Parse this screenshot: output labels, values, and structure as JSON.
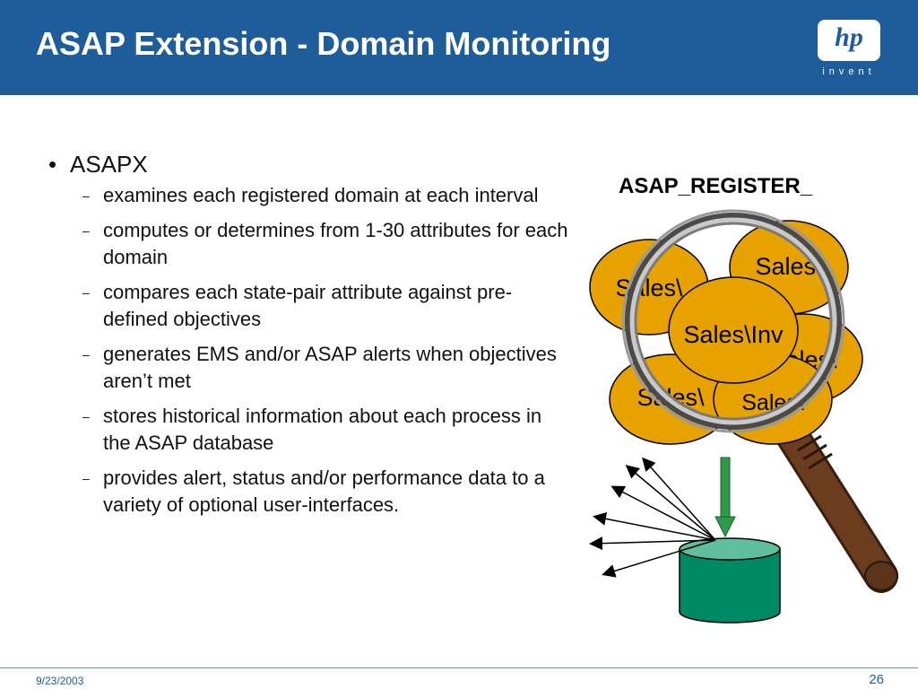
{
  "header": {
    "title": "ASAP Extension - Domain Monitoring",
    "logo_mark": "hp",
    "logo_tagline": "invent"
  },
  "content": {
    "bullet": "ASAPX",
    "subitems": [
      "examines each registered domain at each interval",
      "computes or determines from 1-30 attributes for each domain",
      "compares each state-pair attribute against pre-defined objectives",
      "generates EMS and/or ASAP alerts when objectives aren’t met",
      "stores historical information about each process in the ASAP database",
      "provides alert, status and/or performance data to a variety of optional user-interfaces."
    ]
  },
  "diagram": {
    "label": "ASAP_REGISTER_",
    "domains": [
      "Sales\\",
      "Sales\\",
      "Sales\\",
      "Sales\\",
      "Sales\\",
      "Sales\\Inv"
    ],
    "colors": {
      "domain_fill": "#e8a200",
      "database_fill": "#008a63",
      "database_top": "#5fbf9c",
      "arrow": "#2e9a4c",
      "handle": "#6b3d1e"
    }
  },
  "footer": {
    "date": "9/23/2003",
    "page": "26"
  }
}
